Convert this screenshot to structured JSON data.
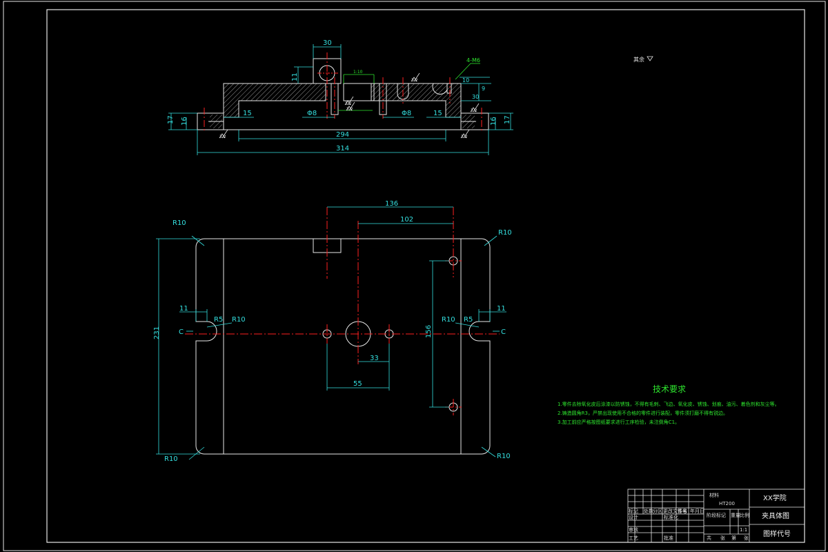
{
  "front_view": {
    "dims": {
      "top_width": "30",
      "height_11": "11",
      "left_17": "17",
      "left_16": "16",
      "right_16": "16",
      "right_17": "17",
      "left_15": "15",
      "right_15": "15",
      "phi_left": "Φ8",
      "phi_right": "Φ8",
      "inner_294": "294",
      "overall_314": "314",
      "thread_label": "4-M6",
      "right_10": "10",
      "right_9": "9",
      "right_30": "30",
      "green_label": "1:10"
    },
    "roughness": [
      "3.2",
      "3.2",
      "3.2",
      "3.2",
      "3.2",
      "3.2"
    ]
  },
  "top_view": {
    "dims": {
      "d136": "136",
      "d102": "102",
      "d231": "231",
      "d156": "156",
      "d33": "33",
      "d55": "55",
      "d11_left": "11",
      "d11_right": "11",
      "r10_tl": "R10",
      "r10_tr": "R10",
      "r10_bl": "R10",
      "r10_br": "R10",
      "r10_left_slot": "R10",
      "r10_right_slot": "R10",
      "r5_left": "R5",
      "r5_right": "R5",
      "c_left": "C",
      "c_right": "C"
    }
  },
  "other_roughness": "其余",
  "tech_req": {
    "title": "技术要求",
    "items": [
      "1.零件去除氧化皮后涂漆以防锈蚀，不得有毛刺、飞边、氧化皮、锈蚀、划痕、油污、着色剂和灰尘等。",
      "2.铸造圆角R3，严禁出现使用不合格的零件进行装配，零件须打磨不得有锐边。",
      "3.加工前应严格按图纸要求进行工序检验，未注倒角C1。"
    ]
  },
  "title_block": {
    "school": "XX学院",
    "drawing_name": "夹具体图",
    "drawing_code": "图样代号",
    "material_label": "材料",
    "material_value": "HT200",
    "scale": "1:1",
    "stage_mark": "阶段标记",
    "weight": "重量",
    "ratio": "比例",
    "sheet_total": "共",
    "sheet_of": "张",
    "sheet_no": "第",
    "sheet_end": "张",
    "col_mark": "标记",
    "col_count": "处数",
    "col_zone": "分区",
    "col_docno": "更改文件号",
    "col_sign": "签名",
    "col_date": "年月日",
    "row_design": "设计",
    "row_check": "审核",
    "row_process": "工艺",
    "row_std": "标准化",
    "row_approve": "批准"
  }
}
